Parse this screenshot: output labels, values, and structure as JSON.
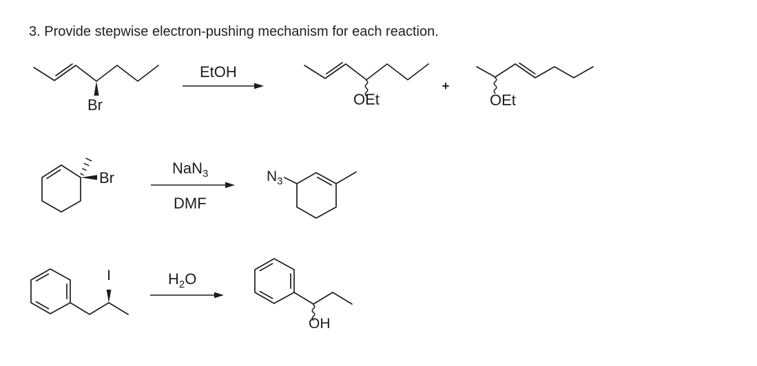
{
  "title": "3. Provide stepwise electron-pushing mechanism for each reaction.",
  "reaction1": {
    "reagent_above_arrow": "EtOH",
    "substrate_leaving_group": "Br",
    "product1_substituent": "OEt",
    "plus_sign": "+",
    "product2_substituent": "OEt"
  },
  "reaction2": {
    "reagent_above_arrow": "NaN",
    "reagent_above_arrow_subscript": "3",
    "reagent_below_arrow": "DMF",
    "substrate_leaving_group": "Br",
    "product_substituent": "N",
    "product_substituent_subscript": "3"
  },
  "reaction3": {
    "reagent_above_arrow_part1": "H",
    "reagent_above_arrow_subscript": "2",
    "reagent_above_arrow_part2": "O",
    "substrate_leaving_group": "I",
    "product_substituent": "OH"
  }
}
